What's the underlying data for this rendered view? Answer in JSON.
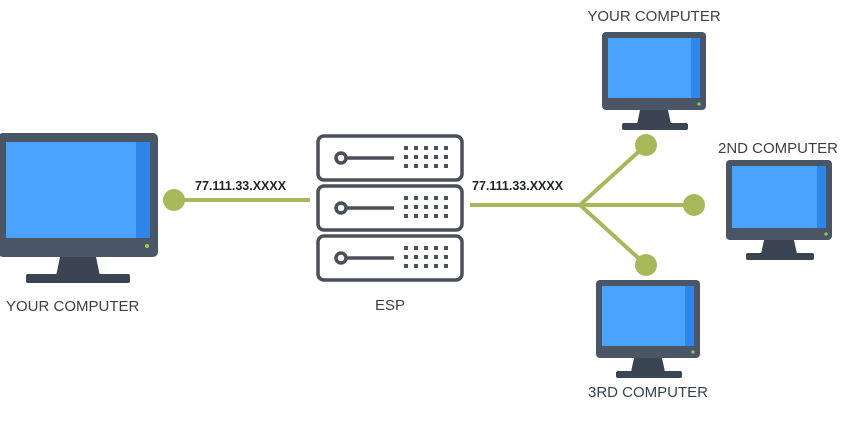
{
  "nodes": {
    "left_computer": {
      "label": "YOUR COMPUTER"
    },
    "server": {
      "label": "ESP"
    },
    "top_computer": {
      "label": "YOUR COMPUTER"
    },
    "right_computer": {
      "label": "2ND COMPUTER"
    },
    "bottom_computer": {
      "label": "3RD COMPUTER"
    }
  },
  "links": {
    "left_ip": "77.111.33.XXXX",
    "right_ip": "77.111.33.XXXX"
  },
  "colors": {
    "screen": "#4aa3ff",
    "screen_dark": "#2f86e8",
    "monitor_frame": "#4a5566",
    "stand": "#3a4452",
    "connector": "#a7b85a",
    "server_stroke": "#4a4f58",
    "text": "#3a3f4a"
  },
  "icons": [
    "monitor-icon",
    "server-icon",
    "connector-dot"
  ]
}
